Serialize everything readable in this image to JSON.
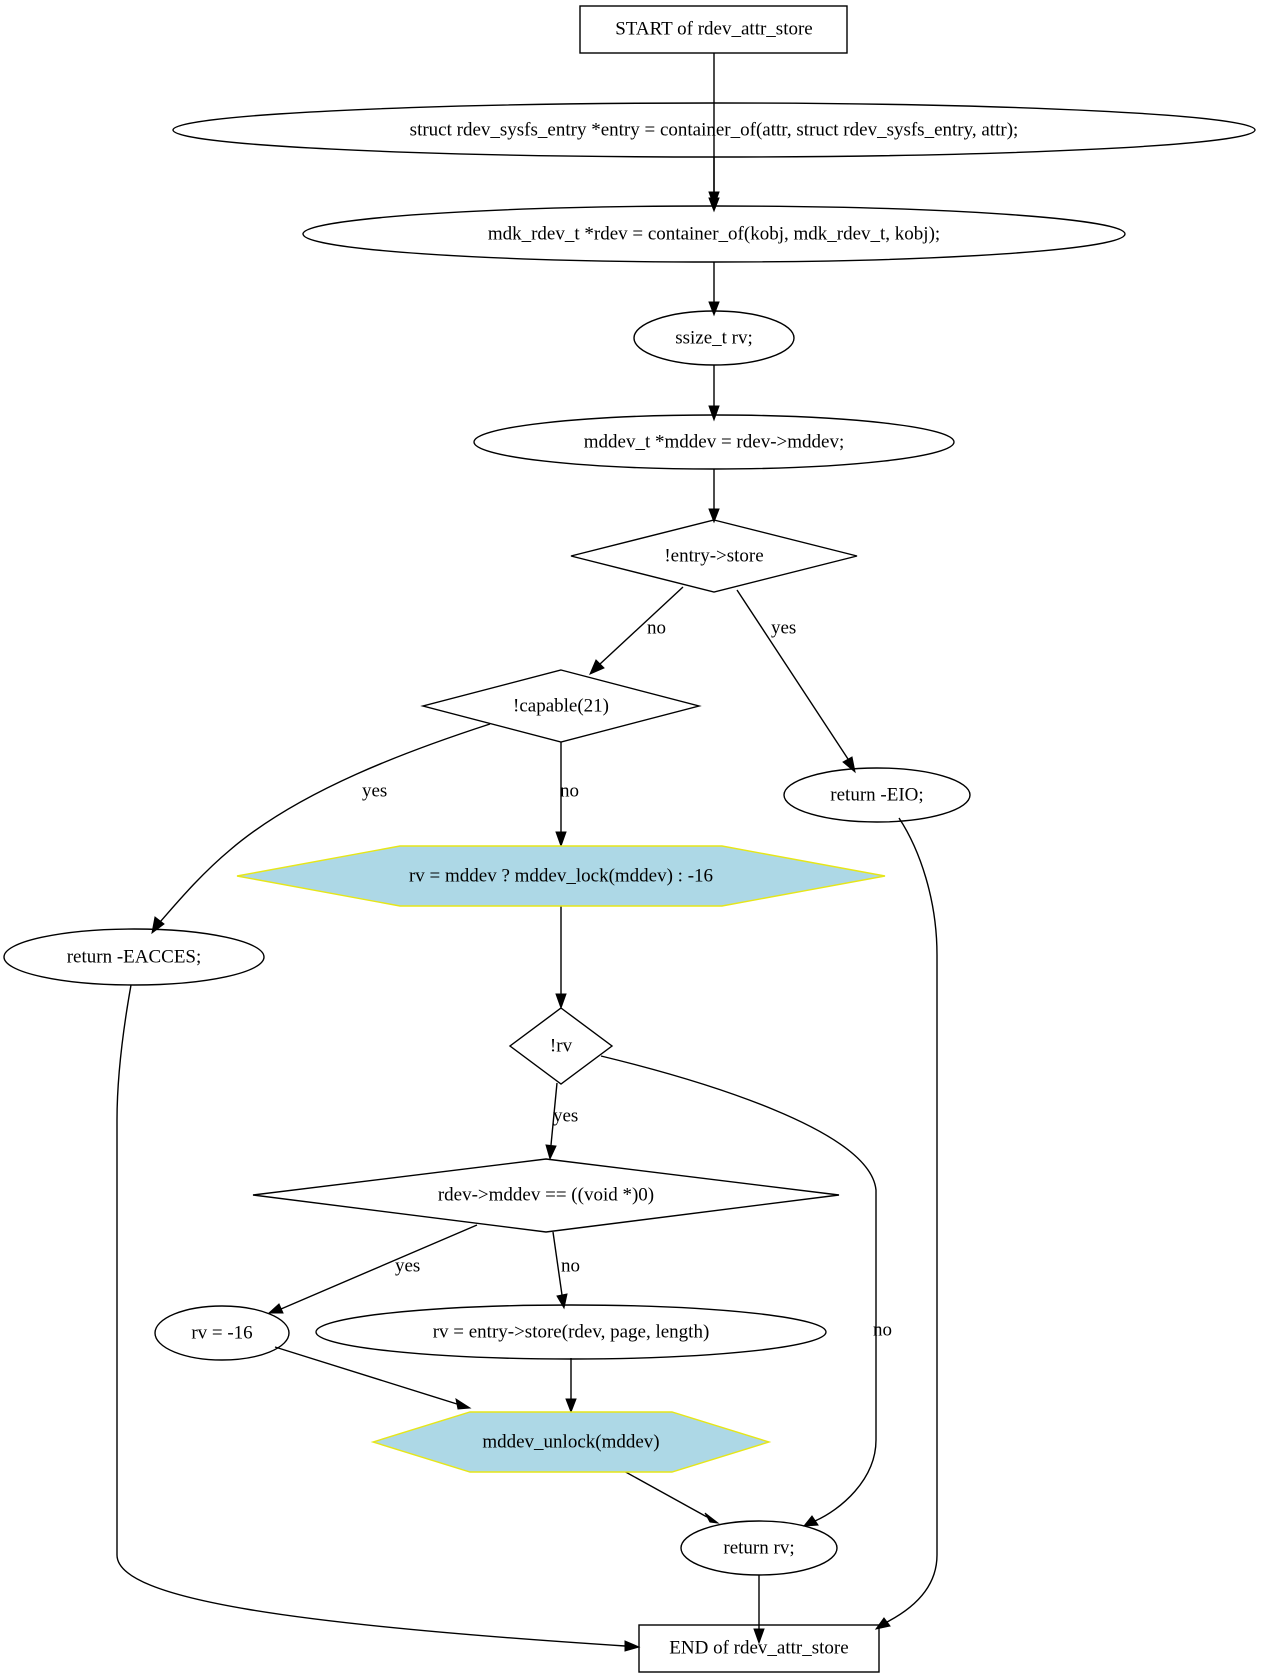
{
  "nodes": {
    "start": "START of rdev_attr_store",
    "entry_decl": "struct rdev_sysfs_entry *entry = container_of(attr, struct rdev_sysfs_entry, attr);",
    "rdev_decl": "mdk_rdev_t *rdev = container_of(kobj, mdk_rdev_t, kobj);",
    "rv_decl": "ssize_t rv;",
    "mddev_decl": "mddev_t *mddev = rdev->mddev;",
    "cond_store": "!entry->store",
    "cond_capable": "!capable(21)",
    "ret_eio": "return -EIO;",
    "lock": "rv = mddev ? mddev_lock(mddev) : -16",
    "ret_eacces": "return -EACCES;",
    "cond_rv": "!rv",
    "cond_null": "rdev->mddev == ((void *)0)",
    "rv_busy": "rv = -16",
    "rv_store": "rv = entry->store(rdev, page, length)",
    "unlock": "mddev_unlock(mddev)",
    "ret_rv": "return rv;",
    "end": "END of rdev_attr_store"
  },
  "edge_labels": {
    "store_no": "no",
    "store_yes": "yes",
    "capable_yes": "yes",
    "capable_no": "no",
    "rv_yes": "yes",
    "rv_no": "no",
    "null_yes": "yes",
    "null_no": "no"
  },
  "colors": {
    "hexagon_fill": "#add8e6",
    "hexagon_stroke": "#e6e619",
    "line": "#000000"
  }
}
